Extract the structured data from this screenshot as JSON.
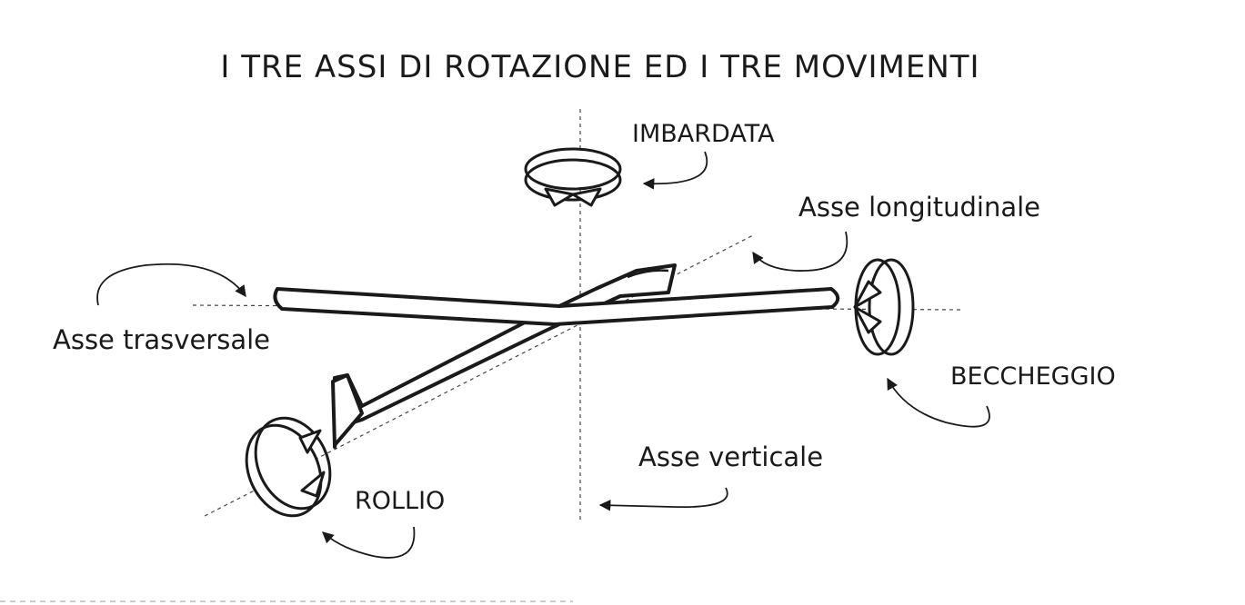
{
  "title": "I TRE ASSI DI ROTAZIONE ED I TRE MOVIMENTI",
  "labels": {
    "yaw": "IMBARDATA",
    "longitudinal_axis": "Asse longitudinale",
    "lateral_axis": "Asse trasversale",
    "pitch": "BECCHEGGIO",
    "vertical_axis": "Asse verticale",
    "roll": "ROLLIO"
  }
}
